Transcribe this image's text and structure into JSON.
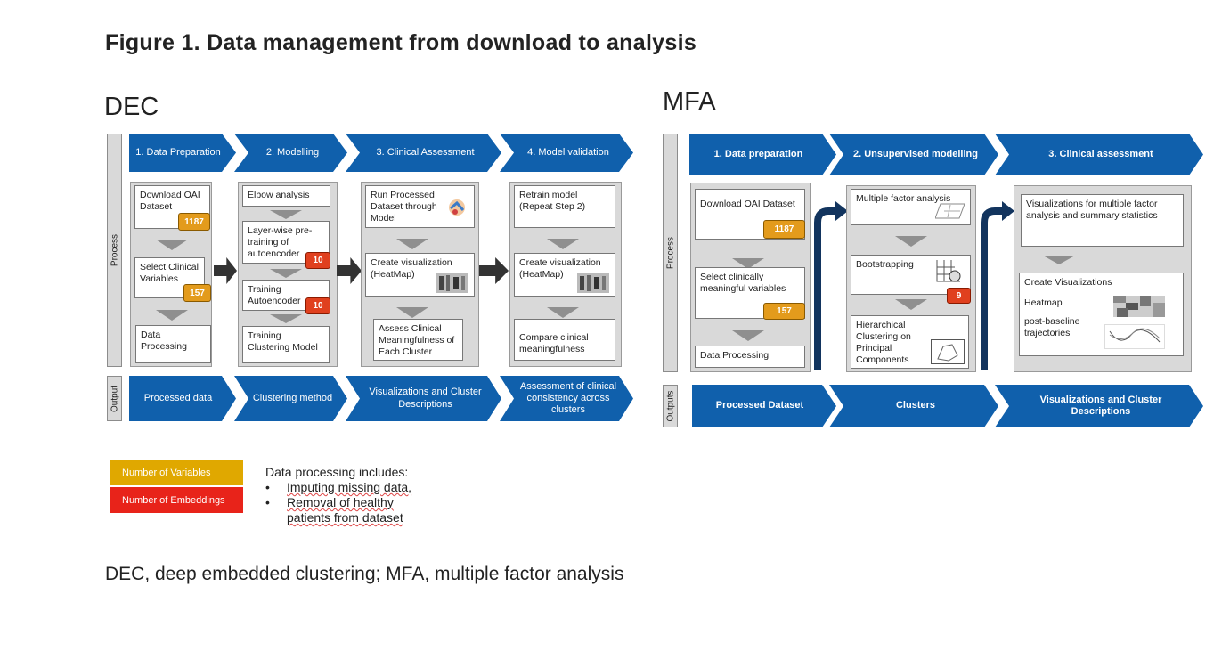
{
  "title": "Figure 1. Data management from download to analysis",
  "caption": "DEC, deep embedded clustering; MFA, multiple factor analysis",
  "colors": {
    "chevron": "#1060ac",
    "variables_badge": "#e39b1c",
    "embeddings_badge": "#e0401e",
    "column_bg": "#d9d9d9",
    "mfa_arrow": "#12345e"
  },
  "dec": {
    "label": "DEC",
    "process_label": "Process",
    "output_label": "Output",
    "headers": [
      "1. Data Preparation",
      "2. Modelling",
      "3. Clinical Assessment",
      "4. Model validation"
    ],
    "outputs": [
      "Processed data",
      "Clustering method",
      "Visualizations and Cluster Descriptions",
      "Assessment of clinical consistency across clusters"
    ],
    "col1": [
      {
        "text": "Download OAI Dataset",
        "badge": "1187"
      },
      {
        "text": "Select Clinical Variables",
        "badge": "157"
      },
      {
        "text": "Data Processing"
      }
    ],
    "col2": [
      {
        "text": "Elbow analysis"
      },
      {
        "text": "Layer-wise pre-training of autoencoder",
        "badge": "10"
      },
      {
        "text": "Training Autoencoder",
        "badge": "10"
      },
      {
        "text": "Training Clustering Model"
      }
    ],
    "col3": [
      {
        "text": "Run Processed Dataset through Model"
      },
      {
        "text": "Create visualization (HeatMap)"
      },
      {
        "text": "Assess Clinical Meaningfulness of Each Cluster"
      }
    ],
    "col4": [
      {
        "text": "Retrain model (Repeat Step 2)"
      },
      {
        "text": "Create visualization (HeatMap)"
      },
      {
        "text": "Compare clinical meaningfulness"
      }
    ]
  },
  "mfa": {
    "label": "MFA",
    "process_label": "Process",
    "output_label": "Outputs",
    "headers": [
      "1. Data preparation",
      "2. Unsupervised modelling",
      "3. Clinical assessment"
    ],
    "outputs": [
      "Processed Dataset",
      "Clusters",
      "Visualizations and Cluster Descriptions"
    ],
    "col1": [
      {
        "text": "Download OAI Dataset",
        "badge": "1187"
      },
      {
        "text": "Select clinically meaningful variables",
        "badge": "157"
      },
      {
        "text": "Data Processing"
      }
    ],
    "col2": [
      {
        "text": "Multiple factor analysis"
      },
      {
        "text": "Bootstrapping",
        "badge": "9"
      },
      {
        "text": "Hierarchical Clustering on Principal Components"
      }
    ],
    "col3": {
      "top": "Visualizations for multiple factor analysis and summary statistics",
      "create": "Create Visualizations",
      "heatmap": "Heatmap",
      "trajectories": "post-baseline trajectories"
    }
  },
  "legend": {
    "variables": "Number of Variables",
    "embeddings": "Number of Embeddings",
    "note_title": "Data processing includes:",
    "bullets": [
      "Imputing missing data,",
      "Removal of healthy patients from dataset"
    ]
  }
}
